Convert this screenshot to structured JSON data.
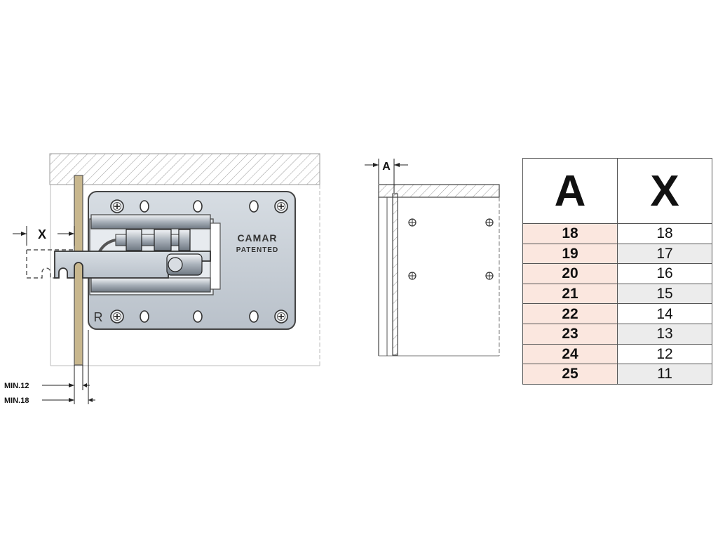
{
  "labels": {
    "x_dim": "X",
    "a_dim": "A",
    "min_12": "MIN.12",
    "min_18": "MIN.18",
    "brand": "CAMAR",
    "patented": "PATENTED",
    "side_mark": "R"
  },
  "table": {
    "header_a": "A",
    "header_x": "X",
    "rows": [
      {
        "a": "18",
        "x": "18"
      },
      {
        "a": "19",
        "x": "17"
      },
      {
        "a": "20",
        "x": "16"
      },
      {
        "a": "21",
        "x": "15"
      },
      {
        "a": "22",
        "x": "14"
      },
      {
        "a": "23",
        "x": "13"
      },
      {
        "a": "24",
        "x": "12"
      },
      {
        "a": "25",
        "x": "11"
      }
    ]
  },
  "colors": {
    "plate": "#c9d0d8",
    "wood": "#c8b78e",
    "table_a_bg": "#fbe7df",
    "table_x_alt": "#ececec"
  }
}
